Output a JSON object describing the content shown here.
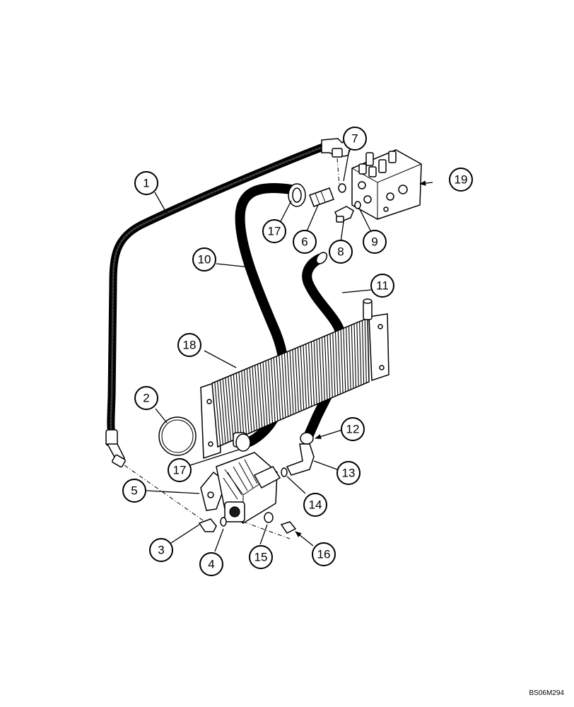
{
  "callouts": [
    {
      "id": "c1",
      "label": "1"
    },
    {
      "id": "c2",
      "label": "2"
    },
    {
      "id": "c3",
      "label": "3"
    },
    {
      "id": "c4",
      "label": "4"
    },
    {
      "id": "c5",
      "label": "5"
    },
    {
      "id": "c6",
      "label": "6"
    },
    {
      "id": "c7",
      "label": "7"
    },
    {
      "id": "c8",
      "label": "8"
    },
    {
      "id": "c9",
      "label": "9"
    },
    {
      "id": "c10",
      "label": "10"
    },
    {
      "id": "c11",
      "label": "11"
    },
    {
      "id": "c12",
      "label": "12"
    },
    {
      "id": "c13",
      "label": "13"
    },
    {
      "id": "c14",
      "label": "14"
    },
    {
      "id": "c15",
      "label": "15"
    },
    {
      "id": "c16",
      "label": "16"
    },
    {
      "id": "c17a",
      "label": "17"
    },
    {
      "id": "c17b",
      "label": "17"
    },
    {
      "id": "c18",
      "label": "18"
    },
    {
      "id": "c19",
      "label": "19"
    }
  ],
  "drawing_ref": "BS06M294"
}
